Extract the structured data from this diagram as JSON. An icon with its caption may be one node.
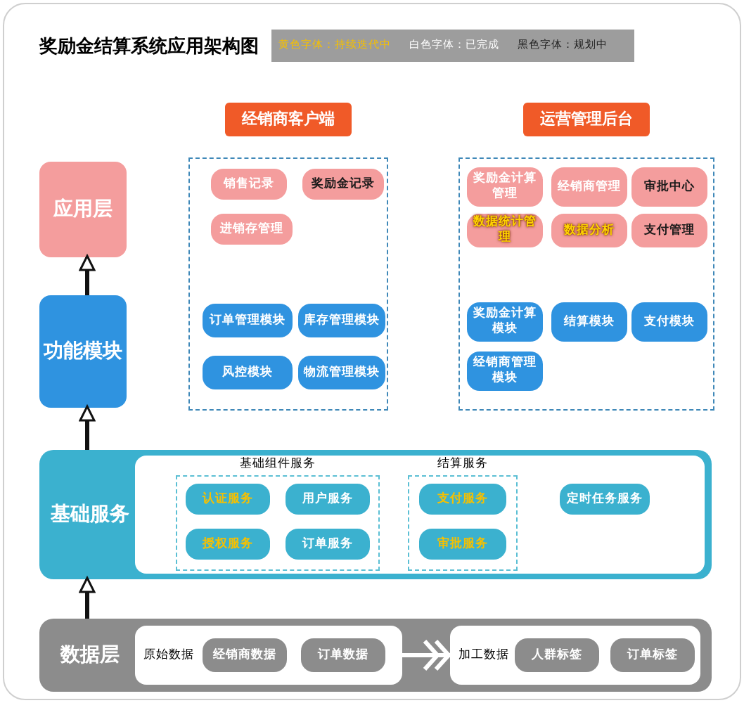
{
  "diagram": {
    "title": "奖励金结算系统应用架构图",
    "nodes": [
      {
        "text": [
          "应用层"
        ]
      },
      {
        "text": [
          "功能模块"
        ]
      },
      {
        "text": [
          "基础服务"
        ]
      },
      {
        "text": [
          "数据层"
        ]
      },
      {
        "text": [
          "经销商客户端"
        ]
      },
      {
        "text": [
          "销售记录"
        ],
        "in": 4
      },
      {
        "text": [
          "奖励金记录"
        ],
        "in": 4
      },
      {
        "text": [
          "进销存管理"
        ],
        "in": 4
      },
      {
        "text": [
          "订单管理模块"
        ],
        "in": 4
      },
      {
        "text": [
          "库存管理模块"
        ],
        "in": 4
      },
      {
        "text": [
          "风控模块"
        ],
        "in": 4
      },
      {
        "text": [
          "物流管理模块"
        ],
        "in": 4
      },
      {
        "text": [
          "运营管理后台"
        ]
      },
      {
        "text": [
          "奖励金计算管理"
        ],
        "in": 12
      },
      {
        "text": [
          "经销商管理"
        ],
        "in": 12
      },
      {
        "text": [
          "审批中心"
        ],
        "in": 12
      },
      {
        "text": [
          "数据统计管理"
        ],
        "in": 12
      },
      {
        "text": [
          "数据分析"
        ],
        "in": 12
      },
      {
        "text": [
          "支付管理"
        ],
        "in": 12
      },
      {
        "text": [
          "奖励金计算模块"
        ],
        "in": 12
      },
      {
        "text": [
          "结算模块"
        ],
        "in": 12
      },
      {
        "text": [
          "支付模块"
        ],
        "in": 12
      },
      {
        "text": [
          "经销商管理模块"
        ],
        "in": 12
      },
      {
        "text": [
          "基础组件服务"
        ],
        "in": 2
      },
      {
        "text": [
          "认证服务"
        ],
        "in": 23
      },
      {
        "text": [
          "用户服务"
        ],
        "in": 23
      },
      {
        "text": [
          "授权服务"
        ],
        "in": 23
      },
      {
        "text": [
          "订单服务"
        ],
        "in": 23
      },
      {
        "text": [
          "结算服务"
        ],
        "in": 2
      },
      {
        "text": [
          "支付服务"
        ],
        "in": 28
      },
      {
        "text": [
          "审批服务"
        ],
        "in": 28
      },
      {
        "text": [
          "定时任务服务"
        ],
        "in": 2
      },
      {
        "text": [
          "原始数据"
        ],
        "in": 3
      },
      {
        "text": [
          "经销商数据"
        ],
        "in": 32
      },
      {
        "text": [
          "订单数据"
        ],
        "in": 32
      },
      {
        "text": [
          "加工数据"
        ],
        "in": 3
      },
      {
        "text": [
          "人群标签"
        ],
        "in": 35
      },
      {
        "text": [
          "订单标签"
        ],
        "in": 35
      }
    ],
    "edges": [
      {
        "from": 3,
        "to": 2,
        "arrow": "to"
      },
      {
        "from": 2,
        "to": 1,
        "arrow": "to"
      },
      {
        "from": 1,
        "to": 0,
        "arrow": "to"
      },
      {
        "from": 32,
        "to": 35,
        "arrow": "to",
        "color": "#ffffff"
      }
    ],
    "legend": [
      {
        "text": "黄色字体：持续迭代中"
      },
      {
        "text": "白色字体：已完成"
      },
      {
        "text": "黑色字体：规划中"
      }
    ]
  }
}
